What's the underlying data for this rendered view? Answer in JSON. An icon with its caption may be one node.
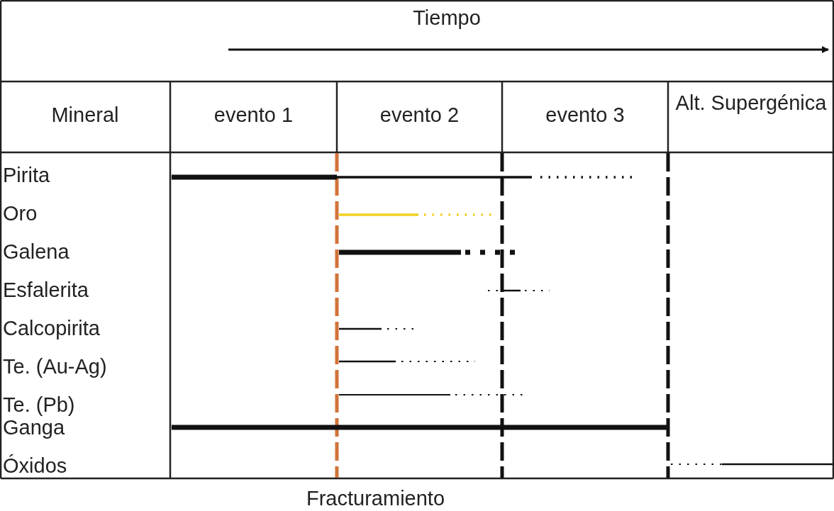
{
  "diagram": {
    "labels": [
      "Tiempo",
      "Mineral",
      "evento 1",
      "evento 2",
      "evento 3",
      "Alt. Supergénica",
      "Pirita",
      "Oro",
      "Galena",
      "Esfalerita",
      "Calcopirita",
      "Te. (Au-Ag)",
      "Te. (Pb)",
      "Ganga",
      "Óxidos",
      "Fracturamiento"
    ]
  }
}
